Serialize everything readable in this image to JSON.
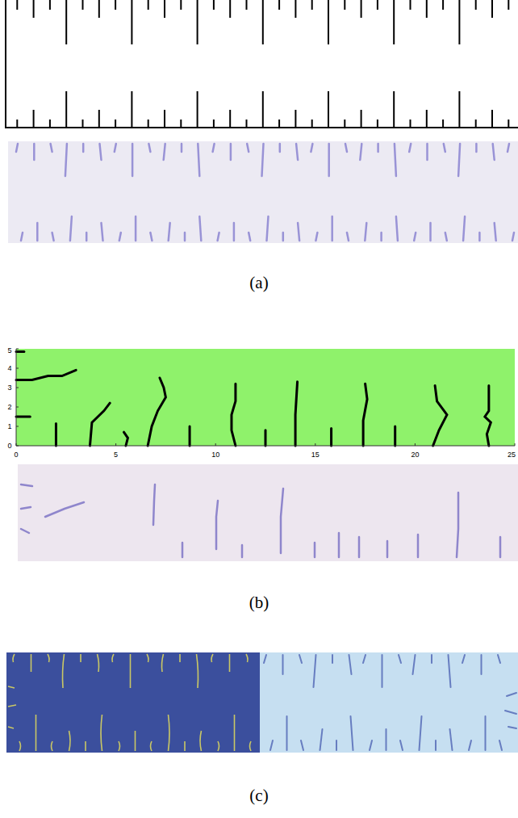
{
  "diagram": {
    "labels": [
      "(a)",
      "0",
      "1",
      "2",
      "3",
      "4",
      "5",
      "0",
      "5",
      "10",
      "15",
      "20",
      "25",
      "(b)",
      "(c)"
    ]
  }
}
